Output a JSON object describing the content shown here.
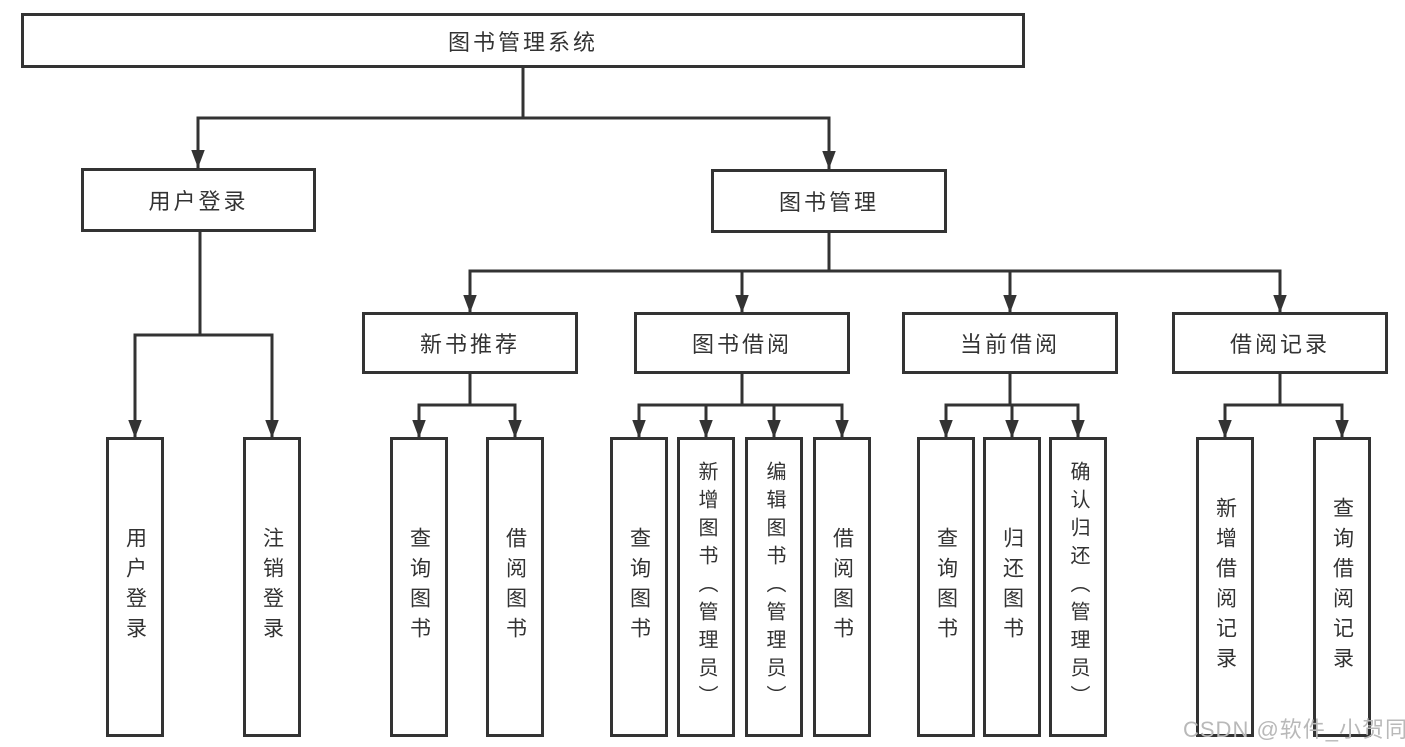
{
  "diagram": {
    "root": {
      "label": "图书管理系统"
    },
    "level2": [
      {
        "label": "用户登录"
      },
      {
        "label": "图书管理"
      }
    ],
    "level3": [
      {
        "label": "新书推荐"
      },
      {
        "label": "图书借阅"
      },
      {
        "label": "当前借阅"
      },
      {
        "label": "借阅记录"
      }
    ],
    "leaves": {
      "user_login": [
        {
          "label": "用户登录"
        },
        {
          "label": "注销登录"
        }
      ],
      "new_book": [
        {
          "label": "查询图书"
        },
        {
          "label": "借阅图书"
        }
      ],
      "borrow": [
        {
          "label": "查询图书"
        },
        {
          "label": "新增图书（管理员）"
        },
        {
          "label": "编辑图书（管理员）"
        },
        {
          "label": "借阅图书"
        }
      ],
      "current": [
        {
          "label": "查询图书"
        },
        {
          "label": "归还图书"
        },
        {
          "label": "确认归还（管理员）"
        }
      ],
      "records": [
        {
          "label": "新增借阅记录"
        },
        {
          "label": "查询借阅记录"
        }
      ]
    },
    "watermark": "CSDN @软件_小贺同学",
    "colors": {
      "line": "#333333",
      "text": "#333333",
      "box_background": "#ffffff",
      "watermark": "#b9b9b9"
    }
  }
}
